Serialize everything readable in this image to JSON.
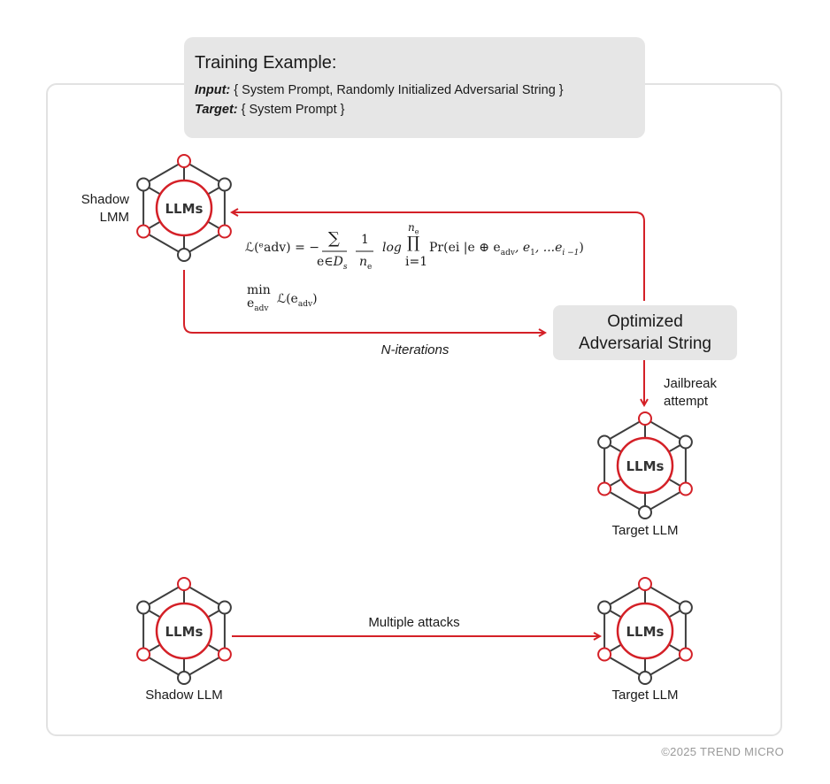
{
  "training": {
    "title": "Training Example:",
    "input_key": "Input:",
    "input_value": "{ System Prompt, Randomly Initialized Adversarial String }",
    "target_key": "Target:",
    "target_value": "{ System Prompt }"
  },
  "nodes": {
    "shadow_lmm": {
      "label_line1": "Shadow",
      "label_line2": "LMM",
      "icon_text": "LLMs"
    },
    "target_llm_top": {
      "label": "Target LLM",
      "icon_text": "LLMs"
    },
    "shadow_llm_bottom": {
      "label": "Shadow LLM",
      "icon_text": "LLMs"
    },
    "target_llm_bottom": {
      "label": "Target LLM",
      "icon_text": "LLMs"
    }
  },
  "optimized": {
    "line1": "Optimized",
    "line2": "Adversarial String"
  },
  "edges": {
    "n_iterations": "N-iterations",
    "jailbreak_line1": "Jailbreak",
    "jailbreak_line2": "attempt",
    "multiple_attacks": "Multiple attacks"
  },
  "formula": {
    "loss_lhs": "ℒ(ᵉadv) = −",
    "sum_symbol": "∑",
    "sum_sub": "e∈",
    "sum_sub_set": "D",
    "sum_sub_set_index": "s",
    "frac_num": "1",
    "frac_den": "n",
    "frac_den_sub": "e",
    "log": "log",
    "prod_sup": "n",
    "prod_sup_sub": "e",
    "prod_symbol": "∏",
    "prod_sub": "i=1",
    "prob": "Pr(ei |e ⊕ e",
    "prob_adv": "adv",
    "prob_rest": ", e",
    "prob_e1_sub": "1",
    "prob_dots": ", ...e",
    "prob_last_sub": "i −1",
    "prob_close": ")",
    "min_word": "min",
    "min_sub": "e",
    "min_sub_sub": "adv",
    "min_loss": "ℒ(e",
    "min_loss_sub": "adv",
    "min_loss_close": ")"
  },
  "copyright": "©2025 TREND MICRO",
  "colors": {
    "accent": "#d42027",
    "node_gray": "#3d3d3d",
    "box_bg": "#e6e6e6",
    "frame": "#e2e2e2"
  }
}
